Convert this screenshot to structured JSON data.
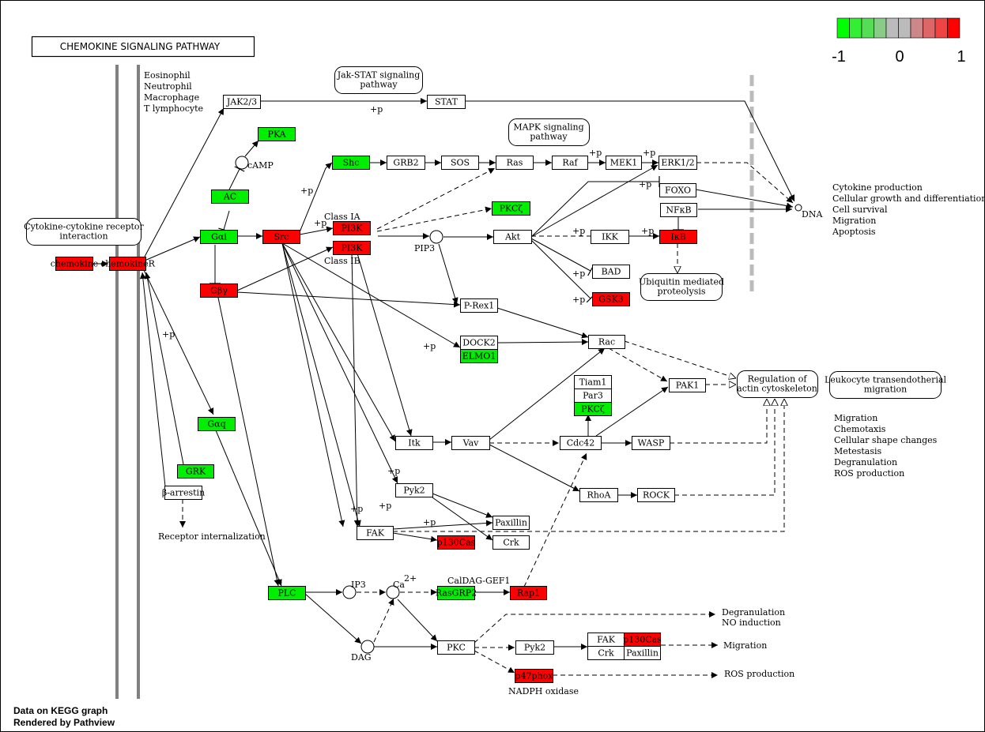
{
  "title": "CHEMOKINE SIGNALING PATHWAY",
  "legend": {
    "labels": [
      "-1",
      "0",
      "1"
    ],
    "colors": [
      "#00ff00",
      "#33ee33",
      "#55dd55",
      "#88cc88",
      "#bbbbbb",
      "#bbbbbb",
      "#cc8888",
      "#dd6666",
      "#ee4444",
      "#ff0000"
    ]
  },
  "colors": {
    "up": "#ff0000",
    "down": "#00ee00",
    "neutral": "#ffffff",
    "membrane": "#808080",
    "nucleus": "#bbbbbb"
  },
  "cell_types": [
    "Eosinophil",
    "Neutrophil",
    "Macrophage",
    "T lymphocyte"
  ],
  "pathway_links": {
    "jakstat": [
      "Jak-STAT signaling",
      "pathway"
    ],
    "mapk": [
      "MAPK signaling",
      "pathway"
    ],
    "cytokine": [
      "Cytokine-cytokine receptor",
      "interaction"
    ],
    "ubiquitin": [
      "Ubiquitin mediated",
      "proteolysis"
    ],
    "actin": [
      "Regulation of",
      "actin cytoskeleton"
    ],
    "leukocyte": [
      "Leukocyte transendotherial",
      "migration"
    ]
  },
  "genes": {
    "chemokine": "chemokine",
    "chemokineR": "chemokineR",
    "jak": "JAK2/3",
    "stat": "STAT",
    "pka": "PKA",
    "ac": "AC",
    "gai": "Gαi",
    "gbg": "Gβγ",
    "src": "Src",
    "shc": "Shc",
    "grb2": "GRB2",
    "sos": "SOS",
    "ras": "Ras",
    "raf": "Raf",
    "mek1": "MEK1",
    "erk": "ERK1/2",
    "pkcz1": "PKCζ",
    "pi3k1": "PI3K",
    "pi3k2": "PI3K",
    "akt": "Akt",
    "ikk": "IKK",
    "ikb": "IκB",
    "foxo": "FOXO",
    "nfkb": "NFκB",
    "bad": "BAD",
    "gsk3": "GSK3",
    "prex": "P-Rex1",
    "dock2": "DOCK2",
    "elmo1": "ELMO1",
    "rac": "Rac",
    "tiam1": "Tiam1",
    "par3": "Par3",
    "pkcz2": "PKCζ",
    "pak1": "PAK1",
    "itk": "Itk",
    "vav": "Vav",
    "cdc42": "Cdc42",
    "wasp": "WASP",
    "rhoa": "RhoA",
    "rock": "ROCK",
    "pyk2a": "Pyk2",
    "paxillin": "Paxillin",
    "fak": "FAK",
    "p130a": "p130Cas",
    "crk": "Crk",
    "gaq": "Gαq",
    "grk": "GRK",
    "barr": "β-arrestin",
    "plc": "PLC",
    "rasgrp2": "RasGRP2",
    "rap1": "Rap1",
    "pkc": "PKC",
    "pyk2b": "Pyk2",
    "fak2": "FAK",
    "p130b": "p130Cas",
    "crk2": "Crk",
    "paxillin2": "Paxillin",
    "p47phox": "p47phox"
  },
  "compounds": {
    "camp": "cAMP",
    "pip3": "PIP3",
    "ip3": "IP3",
    "ca": "Ca",
    "ca_sup": "2+",
    "dag": "DAG"
  },
  "texts": {
    "dna": "DNA",
    "class1a": "Class IA",
    "class1b": "Class IB",
    "caldag": "CalDAG-GEF1",
    "nadph": "NADPH oxidase",
    "receptor_int": "Receptor internalization",
    "p": "+p"
  },
  "outcomes": {
    "nucleus": [
      "Cytokine production",
      "Cellular growth and differentiation",
      "Cell survival",
      "Migration",
      "Apoptosis"
    ],
    "actin": [
      "Migration",
      "Chemotaxis",
      "Cellular shape changes",
      "Metestasis",
      "Degranulation",
      "ROS production"
    ],
    "pkc1": [
      "Degranulation",
      "NO induction"
    ],
    "pkc2": "Migration",
    "pkc3": "ROS production"
  },
  "footer": [
    "Data on KEGG graph",
    "Rendered by Pathview"
  ]
}
